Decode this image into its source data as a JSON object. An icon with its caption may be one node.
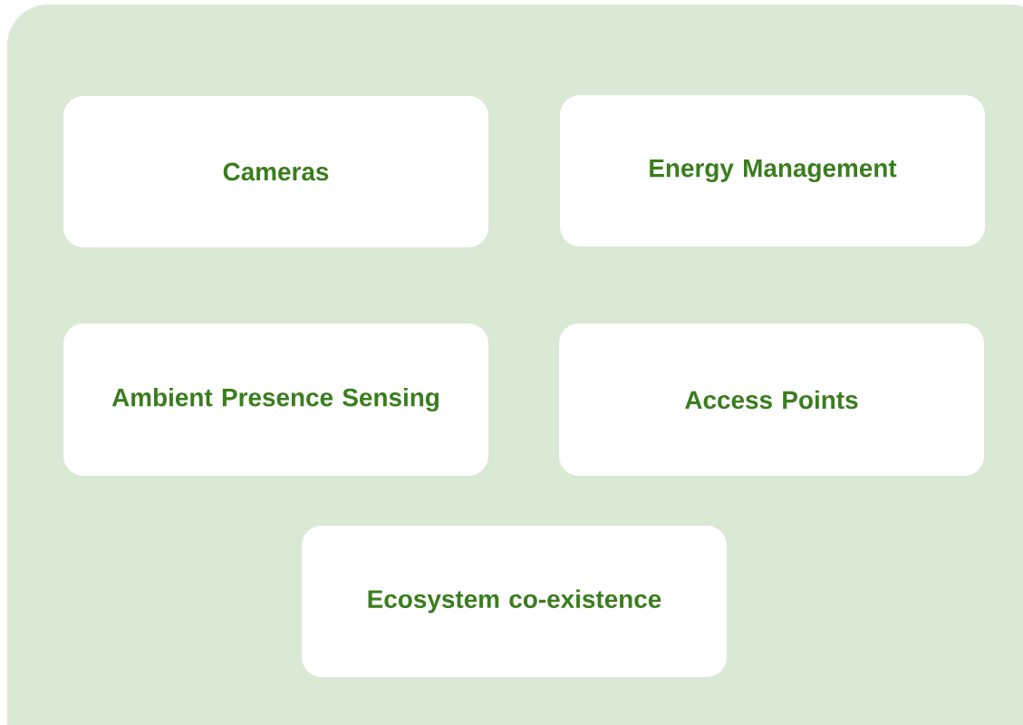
{
  "diagram": {
    "nodes": [
      {
        "text": [
          "Cameras"
        ]
      },
      {
        "text": [
          "Energy Management"
        ]
      },
      {
        "text": [
          "Ambient Presence Sensing"
        ]
      },
      {
        "text": [
          "Access Points"
        ]
      },
      {
        "text": [
          "Ecosystem co-existence"
        ]
      }
    ]
  }
}
